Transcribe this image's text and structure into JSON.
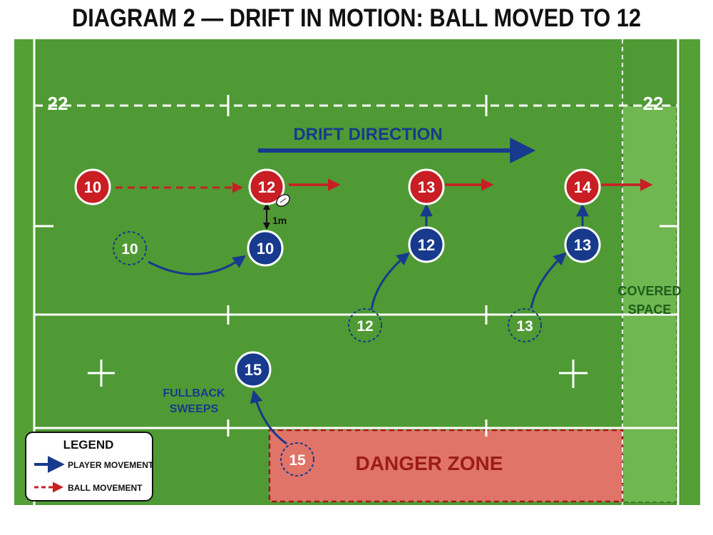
{
  "title": "DIAGRAM 2 — DRIFT IN MOTION: BALL MOVED TO 12",
  "labels": {
    "line_22_left": "22",
    "line_22_right": "22",
    "drift_direction": "DRIFT DIRECTION",
    "distance": "1m",
    "covered_space_line1": "COVERED",
    "covered_space_line2": "SPACE",
    "fullback_line1": "FULLBACK",
    "fullback_line2": "SWEEPS",
    "danger_zone": "DANGER ZONE"
  },
  "attackers": [
    {
      "id": "attacker-10",
      "number": "10"
    },
    {
      "id": "attacker-12",
      "number": "12"
    },
    {
      "id": "attacker-13",
      "number": "13"
    },
    {
      "id": "attacker-14",
      "number": "14"
    }
  ],
  "defenders": [
    {
      "id": "defender-10",
      "number": "10"
    },
    {
      "id": "defender-12",
      "number": "12"
    },
    {
      "id": "defender-13",
      "number": "13"
    },
    {
      "id": "defender-15",
      "number": "15"
    }
  ],
  "ghost_defenders": [
    {
      "id": "ghost-10",
      "number": "10"
    },
    {
      "id": "ghost-12",
      "number": "12"
    },
    {
      "id": "ghost-13",
      "number": "13"
    },
    {
      "id": "ghost-15",
      "number": "15"
    }
  ],
  "legend": {
    "title": "LEGEND",
    "player_movement": "PLAYER MOVEMENT",
    "ball_movement": "BALL MOVEMENT"
  },
  "colors": {
    "pitch": "#4f9a34",
    "attacker": "#c81e24",
    "defender": "#173a8c",
    "ghost_text": "#ffffff",
    "danger_zone": "#e07468",
    "covered_space": "#8ccf6a",
    "drift_label": "#173a8c",
    "covered_label": "#1f5e1a"
  }
}
